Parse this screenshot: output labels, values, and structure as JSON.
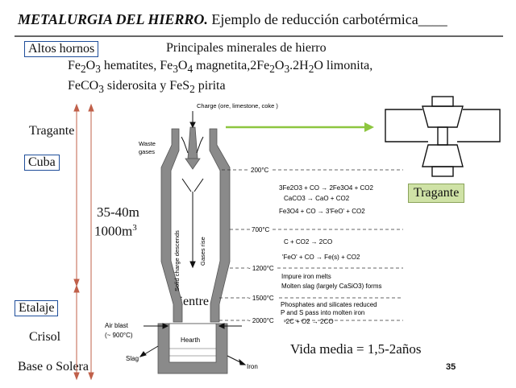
{
  "title": {
    "bold": "METALURGIA DEL HIERRO.",
    "rest": " Ejemplo de reducción carbotérmica____"
  },
  "left_labels": {
    "altos_hornos": "Altos hornos",
    "tragante": "Tragante",
    "cuba": "Cuba",
    "height": "35-40m",
    "volume": "1000m",
    "volume_sup": "3",
    "vientre": "Vientre",
    "etalaje": "Etalaje",
    "crisol": "Crisol",
    "base": "Base o Solera"
  },
  "minerals": {
    "heading": "Principales minerales de hierro",
    "line1": {
      "a": "Fe",
      "a1": "2",
      "b": "O",
      "b1": "3",
      "c": " hematites, Fe",
      "c1": "3",
      "d": "O",
      "d1": "4",
      "e": " magnetita,2Fe",
      "e1": "2",
      "f": "O",
      "f1": "3",
      "g": ".2H",
      "g1": "2",
      "h": "O limonita,"
    },
    "line2": {
      "a": "FeCO",
      "a1": "3",
      "b": " siderosita y FeS",
      "b1": "2",
      "c": " pirita"
    }
  },
  "diagram": {
    "charge": "Charge (ore, limestone, coke )",
    "waste_gases_1": "Waste",
    "waste_gases_2": "gases",
    "solid_charge": "Solid charge descends",
    "gases_rise": "Gases rise",
    "hearth": "Hearth",
    "air_blast": "Air blast",
    "air_temp": "(~ 900°C)",
    "slag": "Slag",
    "iron": "Iron",
    "temps": [
      "200°C",
      "700°C",
      "~ 1200°C",
      "~ 1500°C",
      "~ 2000°C"
    ],
    "reactions": {
      "r1": "3Fe2O3 + CO → 2Fe3O4 + CO2",
      "r2": "CaCO3 → CaO + CO2",
      "r3": "Fe3O4 + CO → 3'FeO' + CO2",
      "r4": "C + CO2 → 2CO",
      "r5": "'FeO' + CO → Fe(s) + CO2",
      "r6": "Impure iron melts",
      "r7": "Molten slag (largely CaSiO3) forms",
      "r8": "Phosphates and silicates reduced",
      "r9": "P and S pass into molten iron",
      "r10": "-2C + O2 → 2CO"
    }
  },
  "tragante_tag": "Tragante",
  "vida_media": "Vida media = 1,5-2años",
  "slide_number": "35",
  "colors": {
    "rule": "#666666",
    "box_border": "#1f4e9a",
    "tag_bg": "#cfe2a6",
    "arrow": "#8dc63f",
    "furnace": "#8a8a8a",
    "bracket": "#c0604a"
  }
}
